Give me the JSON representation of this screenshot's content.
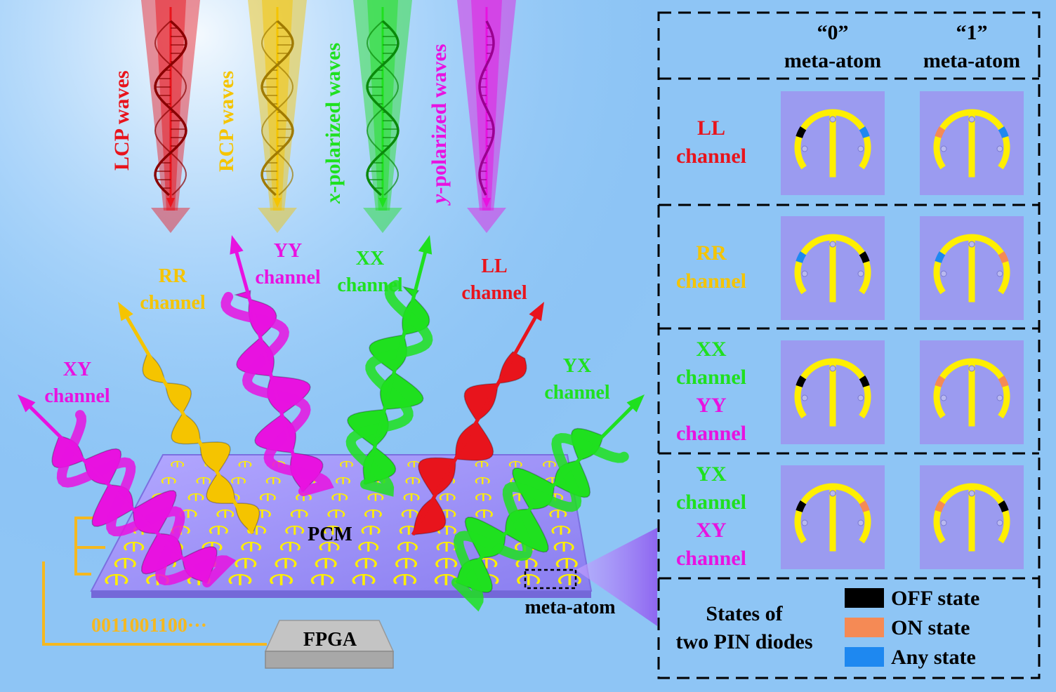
{
  "colors": {
    "background": "#8ec5f5",
    "lcp": "#e8141c",
    "rcp": "#f5c400",
    "xpol": "#1fe01f",
    "ypol": "#e812e0",
    "meta_bg": "#9b9bf0",
    "atom": "#ffef00",
    "off": "#000000",
    "on": "#f58a55",
    "any": "#1e88f0",
    "surface": "#9a8cf2",
    "wire": "#f5b820"
  },
  "incident": [
    {
      "label": "LCP waves",
      "color": "#e8141c",
      "italic": false
    },
    {
      "label": "RCP waves",
      "color": "#f5c400",
      "italic": false
    },
    {
      "label_italic": "x",
      "label": "-polarized waves",
      "color": "#1fe01f",
      "italic": true
    },
    {
      "label_italic": "y",
      "label": "-polarized waves",
      "color": "#e812e0",
      "italic": true
    }
  ],
  "channels": {
    "xy": {
      "line1": "XY",
      "line2": "channel",
      "color": "#e812e0"
    },
    "rr": {
      "line1": "RR",
      "line2": "channel",
      "color": "#f5c400"
    },
    "yy": {
      "line1": "YY",
      "line2": "channel",
      "color": "#e812e0"
    },
    "xx": {
      "line1": "XX",
      "line2": "channel",
      "color": "#1fe01f"
    },
    "ll": {
      "line1": "LL",
      "line2": "channel",
      "color": "#e8141c"
    },
    "yx": {
      "line1": "YX",
      "line2": "channel",
      "color": "#1fe01f"
    }
  },
  "labels": {
    "pcm": "PCM",
    "meta_atom": "meta-atom",
    "bits": "0011001100···",
    "fpga": "FPGA"
  },
  "table": {
    "col0_line1": "“0”",
    "col0_line2": "meta-atom",
    "col1_line1": "“1”",
    "col1_line2": "meta-atom",
    "rows": [
      {
        "text": [
          {
            "t": "LL",
            "c": "#e8141c"
          },
          {
            "t": "channel",
            "c": "#e8141c"
          }
        ],
        "atom0": [
          "off",
          "any"
        ],
        "atom1": [
          "on",
          "any"
        ]
      },
      {
        "text": [
          {
            "t": "RR",
            "c": "#f5c400"
          },
          {
            "t": "channel",
            "c": "#f5c400"
          }
        ],
        "atom0": [
          "any",
          "off"
        ],
        "atom1": [
          "any",
          "on"
        ]
      },
      {
        "text": [
          {
            "t": "XX",
            "c": "#1fe01f"
          },
          {
            "t": "channel",
            "c": "#1fe01f"
          },
          {
            "t": "YY",
            "c": "#e812e0"
          },
          {
            "t": "channel",
            "c": "#e812e0"
          }
        ],
        "atom0": [
          "off",
          "off"
        ],
        "atom1": [
          "on",
          "on"
        ]
      },
      {
        "text": [
          {
            "t": "YX",
            "c": "#1fe01f"
          },
          {
            "t": "channel",
            "c": "#1fe01f"
          },
          {
            "t": "XY",
            "c": "#e812e0"
          },
          {
            "t": "channel",
            "c": "#e812e0"
          }
        ],
        "atom0": [
          "off",
          "on"
        ],
        "atom1": [
          "on",
          "off"
        ]
      }
    ],
    "legend_title_line1": "States of",
    "legend_title_line2": "two PIN diodes",
    "legend": [
      {
        "key": "off",
        "label": "OFF state"
      },
      {
        "key": "on",
        "label": "ON state"
      },
      {
        "key": "any",
        "label": "Any state"
      }
    ]
  }
}
